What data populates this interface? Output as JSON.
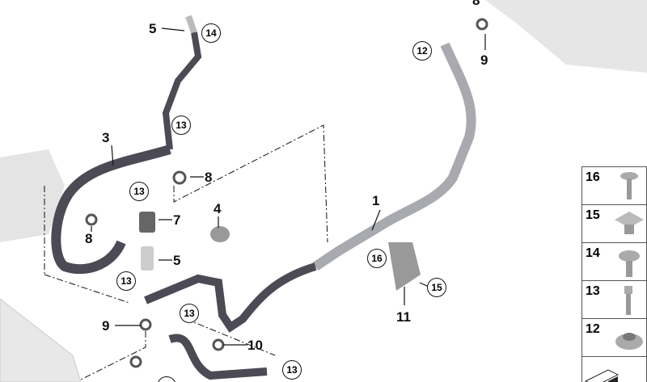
{
  "callouts": {
    "plain": [
      "5",
      "3",
      "8",
      "7",
      "4",
      "8",
      "5",
      "9",
      "10",
      "1",
      "11",
      "9",
      "8"
    ],
    "circled": [
      "14",
      "13",
      "13",
      "13",
      "13",
      "13",
      "13",
      "16",
      "15",
      "12"
    ]
  },
  "legend": {
    "items": [
      {
        "number": "16",
        "icon": "torx-screw-icon"
      },
      {
        "number": "15",
        "icon": "square-nut-icon"
      },
      {
        "number": "14",
        "icon": "hex-flange-bolt-icon"
      },
      {
        "number": "13",
        "icon": "socket-screw-icon"
      },
      {
        "number": "12",
        "icon": "flange-nut-icon"
      }
    ]
  },
  "colors": {
    "pipe": "#a9aab0",
    "hose": "#4b4a55",
    "line": "#111111"
  }
}
